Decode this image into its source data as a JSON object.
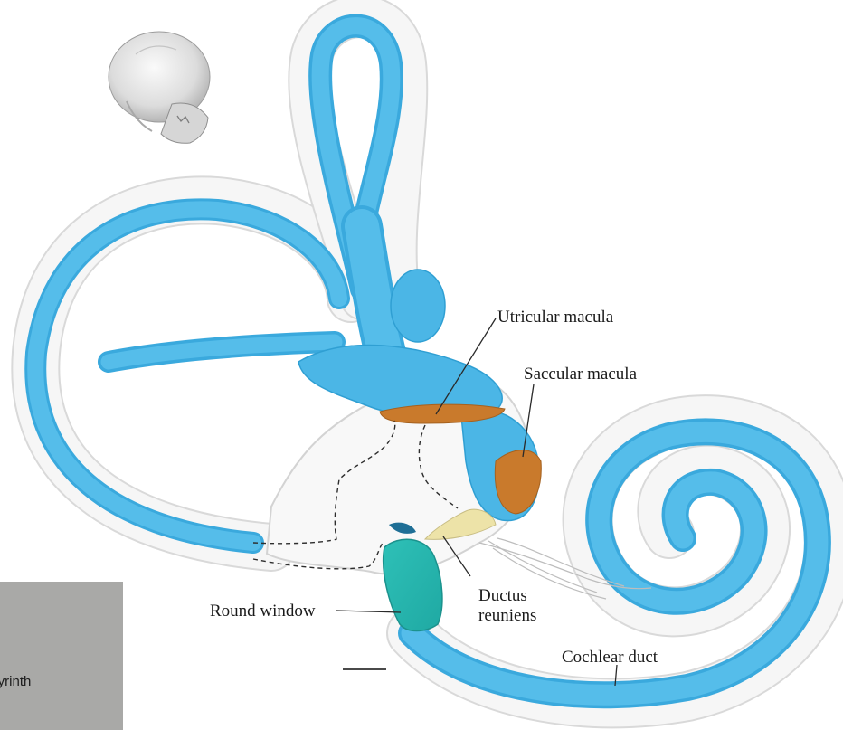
{
  "labels": {
    "utricular_macula": "Utricular macula",
    "saccular_macula": "Saccular macula",
    "round_window": "Round window",
    "ductus_reuniens_line1": "Ductus",
    "ductus_reuniens_line2": "reuniens",
    "cochlear_duct": "Cochlear duct"
  },
  "legend": {
    "text": "abyrinth"
  },
  "icons": {
    "skull": "skull-icon"
  },
  "colors": {
    "membranous_duct": "#4bb6e6",
    "bony_shell": "#f4f4f4",
    "macula": "#c97a2c",
    "round_window": "#36c5c0",
    "ductus_reuniens": "#ede3a8",
    "legend_bg": "#a9a9a7"
  }
}
